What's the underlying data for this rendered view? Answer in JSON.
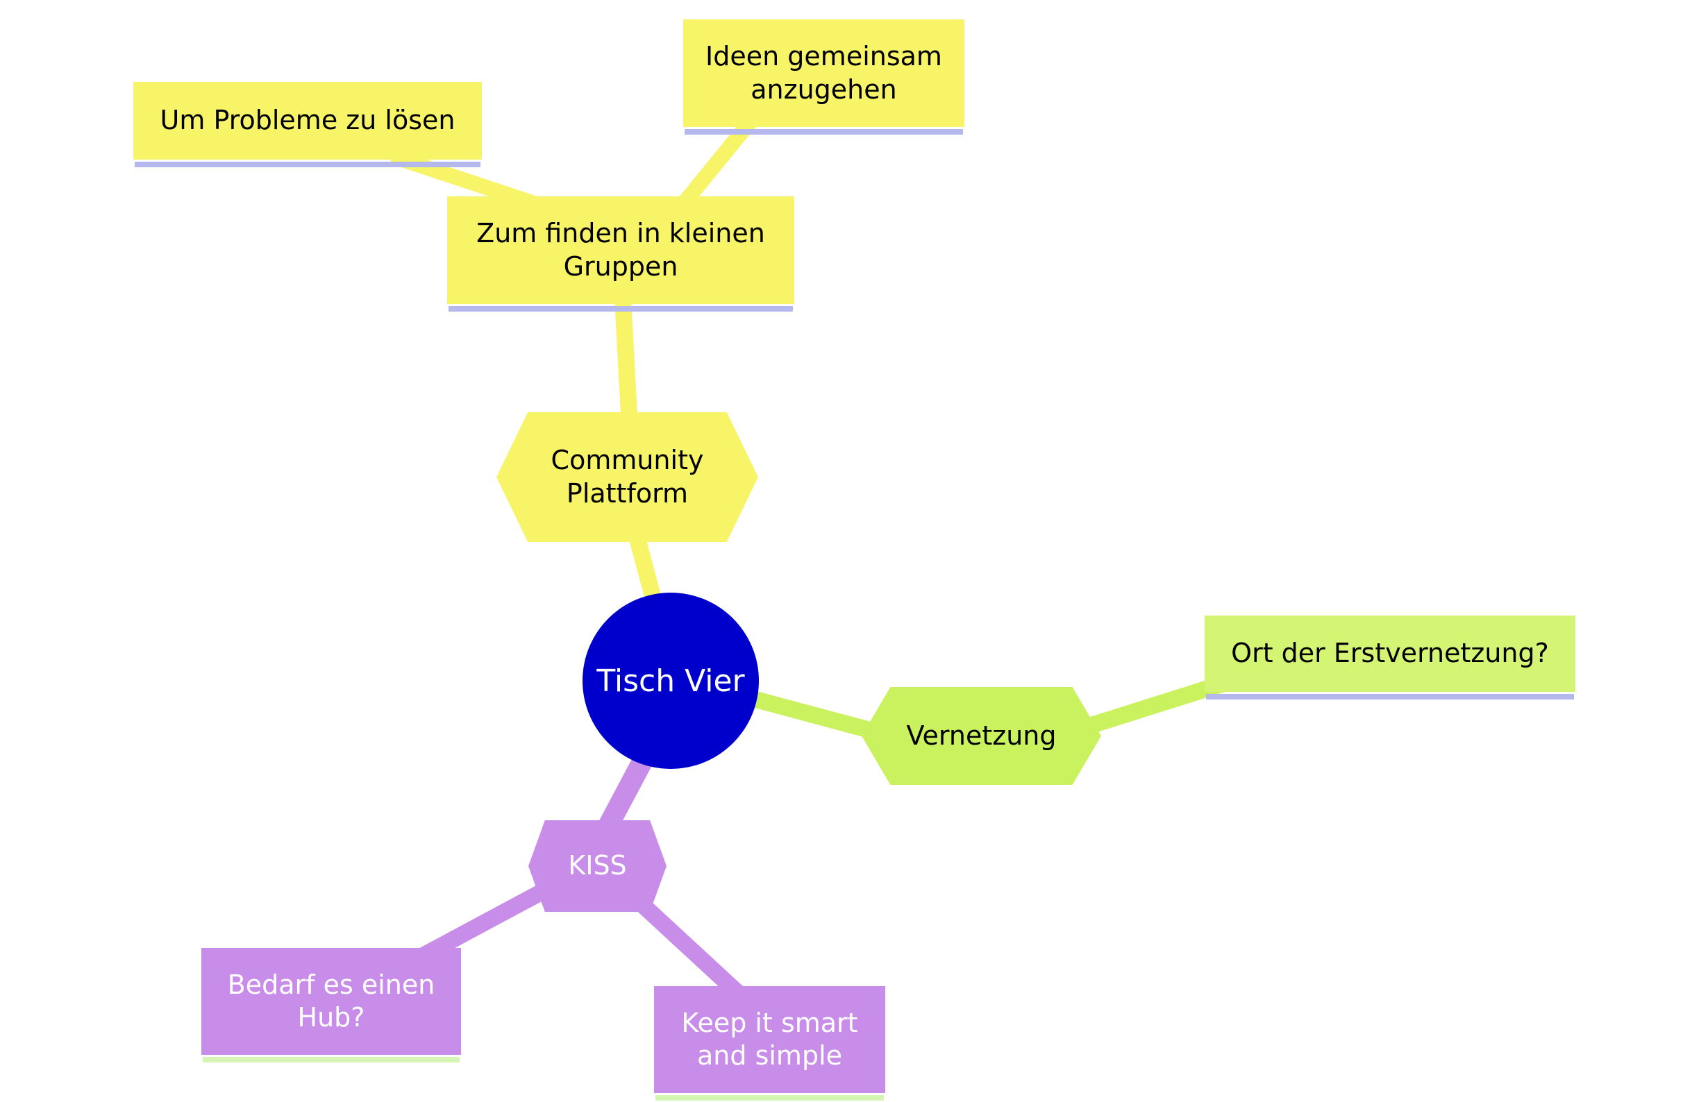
{
  "mindmap": {
    "root": {
      "label": "Tisch Vier"
    },
    "nodes": {
      "community_plattform": {
        "label": "Community Plattform"
      },
      "zum_finden": {
        "label": "Zum finden in kleinen Gruppen"
      },
      "um_probleme": {
        "label": "Um Probleme zu lösen"
      },
      "ideen_gemeinsam": {
        "label": "Ideen gemeinsam anzugehen"
      },
      "vernetzung": {
        "label": "Vernetzung"
      },
      "ort_erstvernetzung": {
        "label": "Ort der Erstvernetzung?"
      },
      "kiss": {
        "label": "KISS"
      },
      "bedarf_hub": {
        "label": "Bedarf es einen Hub?"
      },
      "keep_smart": {
        "label": "Keep it smart and simple"
      }
    },
    "colors": {
      "root_fill": "#0000cd",
      "root_text": "#ffffff",
      "yellow_branch": "#f8f468",
      "green_branch": "#caf25e",
      "green_box": "#d3f573",
      "purple_branch": "#c78de9",
      "purple_text": "#ffffff",
      "underline_lavender": "#b4b8ec",
      "underline_pale_green": "#d6f4b4",
      "background": "#ffffff",
      "text_default": "#000000"
    }
  }
}
